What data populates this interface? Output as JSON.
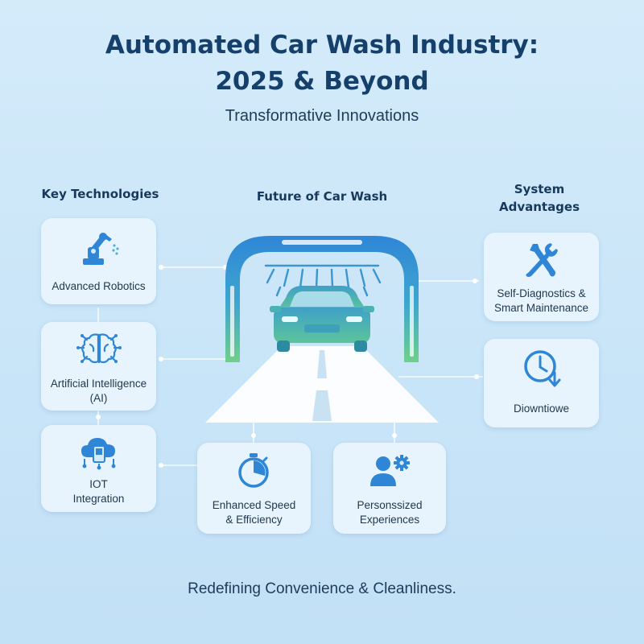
{
  "header": {
    "title_line1": "Automated Car Wash Industry:",
    "title_line2": "2025 & Beyond",
    "subtitle": "Transformative Innovations"
  },
  "sections": {
    "left_heading": "Key Technologies",
    "center_heading": "Future of Car Wash",
    "right_heading_line1": "System",
    "right_heading_line2": "Advantages"
  },
  "cards": {
    "robotics": {
      "label": "Advanced Robotics",
      "icon": "robot-arm-icon"
    },
    "ai": {
      "label_line1": "Artificial Intelligence",
      "label_line2": "(AI)",
      "icon": "brain-circuit-icon"
    },
    "iot": {
      "label_line1": "IOT",
      "label_line2": "Integration",
      "icon": "cloud-device-icon"
    },
    "speed": {
      "label_line1": "Enhanced Speed",
      "label_line2": "& Efficiency",
      "icon": "stopwatch-icon"
    },
    "personalized": {
      "label_line1": "Personssized",
      "label_line2": "Experiences",
      "icon": "user-gear-icon"
    },
    "diagnostics": {
      "label_line1": "Self-Diagnostics &",
      "label_line2": "Smart Maintenance",
      "icon": "tools-icon"
    },
    "downtime": {
      "label": "Diowntiowe",
      "icon": "clock-arrow-icon"
    }
  },
  "footer": {
    "tagline": "Redefining Convenience & Cleanliness."
  },
  "colors": {
    "accent_blue": "#2f86d6",
    "accent_green": "#6fd08a",
    "title": "#15406b"
  }
}
